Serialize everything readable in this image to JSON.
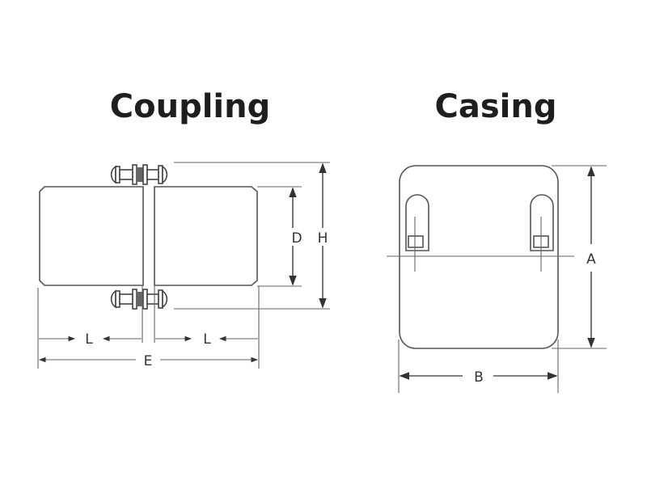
{
  "titles": {
    "coupling": "Coupling",
    "casing": "Casing"
  },
  "coupling_labels": {
    "d": "D",
    "h": "H",
    "l_left": "L",
    "l_right": "L",
    "e": "E"
  },
  "casing_labels": {
    "a": "A",
    "b": "B"
  }
}
